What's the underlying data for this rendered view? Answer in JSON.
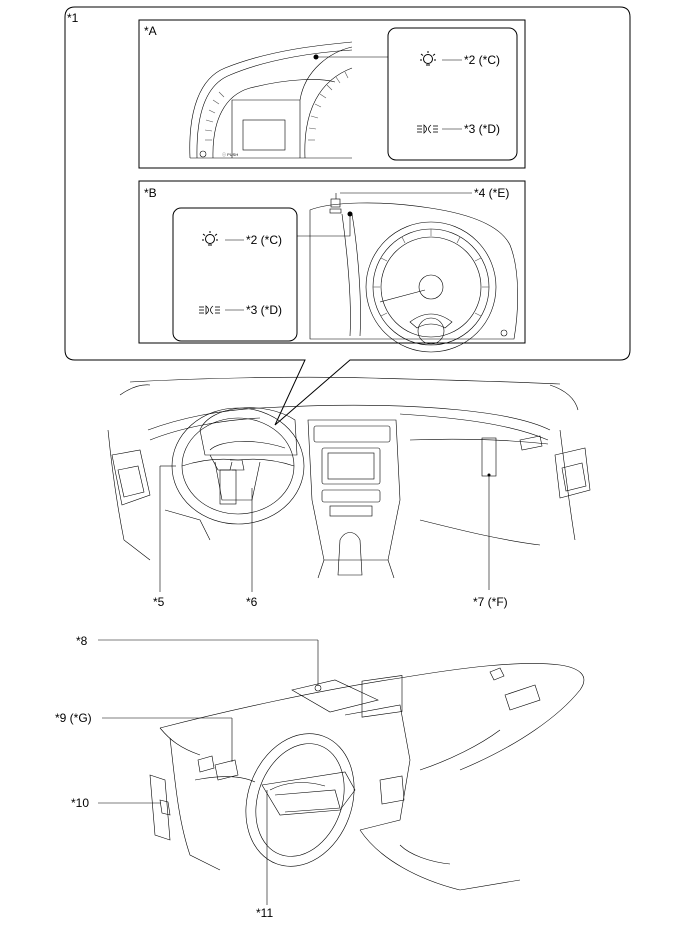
{
  "labels": {
    "l1": "*1",
    "lA": "*A",
    "lB": "*B",
    "a_c2": "*2 (*C)",
    "a_c3": "*3 (*D)",
    "b_c2": "*2 (*C)",
    "b_c3": "*3 (*D)",
    "l4": "*4 (*E)",
    "l5": "*5",
    "l6": "*6",
    "l7": "*7 (*F)",
    "l8": "*8",
    "l9": "*9 (*G)",
    "l10": "*10",
    "l11": "*11"
  },
  "icons": [
    "lamp-bulb-icon",
    "headlight-icon"
  ],
  "colors": {
    "line": "#000000",
    "background": "#ffffff"
  }
}
